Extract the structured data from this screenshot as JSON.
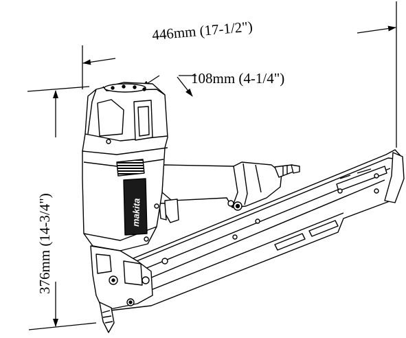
{
  "dimensions": {
    "length": "446mm (17-1/2\")",
    "width": "108mm (4-1/4\")",
    "height": "376mm (14-3/4\")"
  },
  "tool": {
    "brand_text": "makita"
  },
  "colors": {
    "ink": "#000000",
    "paper": "#ffffff",
    "shade": "#1a1a1a"
  }
}
